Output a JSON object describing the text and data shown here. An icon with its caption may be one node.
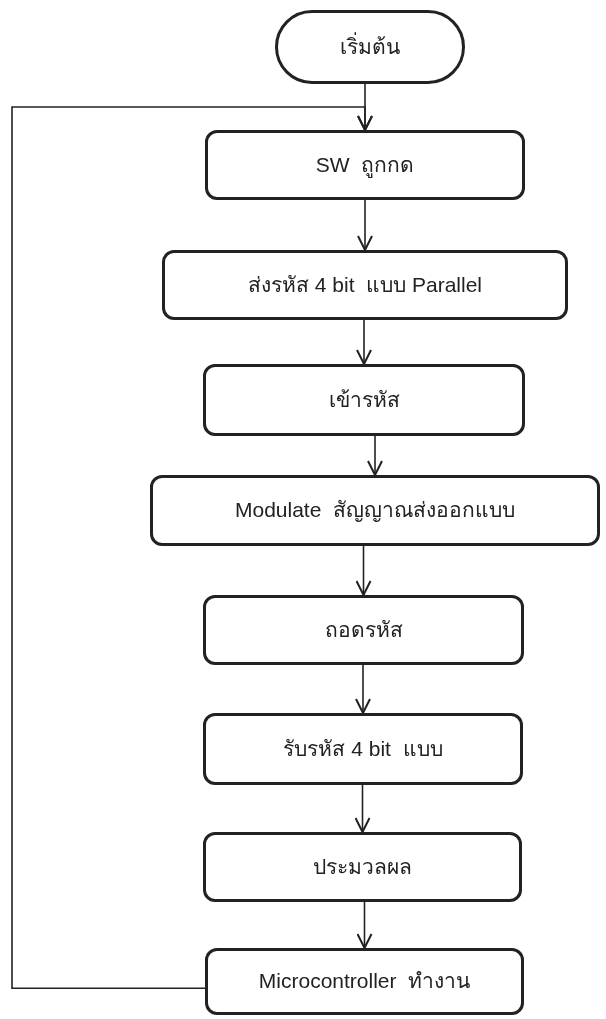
{
  "diagram": {
    "nodes": [
      {
        "text": [
          "เริ่มต้น"
        ]
      },
      {
        "text": [
          "SW  ถูกกด"
        ]
      },
      {
        "text": [
          "ส่งรหัส 4 bit  แบบ Parallel"
        ]
      },
      {
        "text": [
          "เข้ารหัส"
        ]
      },
      {
        "text": [
          "Modulate  สัญญาณส่งออกแบบ"
        ]
      },
      {
        "text": [
          "ถอดรหัส"
        ]
      },
      {
        "text": [
          "รับรหัส 4 bit  แบบ"
        ]
      },
      {
        "text": [
          "ประมวลผล"
        ]
      },
      {
        "text": [
          "Microcontroller  ทำงาน"
        ]
      }
    ],
    "edges": [
      {
        "from": 0,
        "to": 1,
        "arrow": "to"
      },
      {
        "from": 1,
        "to": 2,
        "arrow": "to"
      },
      {
        "from": 2,
        "to": 3,
        "arrow": "to"
      },
      {
        "from": 3,
        "to": 4,
        "arrow": "to"
      },
      {
        "from": 4,
        "to": 5,
        "arrow": "to"
      },
      {
        "from": 5,
        "to": 6,
        "arrow": "to"
      },
      {
        "from": 6,
        "to": 7,
        "arrow": "to"
      },
      {
        "from": 7,
        "to": 8,
        "arrow": "to"
      },
      {
        "from": 8,
        "to": 1,
        "arrow": "to"
      }
    ]
  }
}
